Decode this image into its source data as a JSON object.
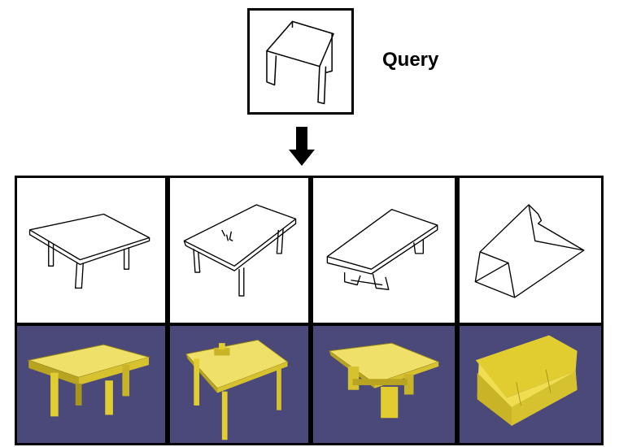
{
  "query": {
    "label": "Query"
  },
  "colors": {
    "render_background": "#4a497a",
    "model_fill": "#e8d23a",
    "border": "#000000"
  },
  "results": [
    {
      "sketch": "table-sketch",
      "render": "table-model"
    },
    {
      "sketch": "table-with-object-sketch",
      "render": "table-with-object-model"
    },
    {
      "sketch": "pedestal-table-sketch",
      "render": "pedestal-table-model"
    },
    {
      "sketch": "sofa-sketch",
      "render": "sofa-model"
    }
  ]
}
